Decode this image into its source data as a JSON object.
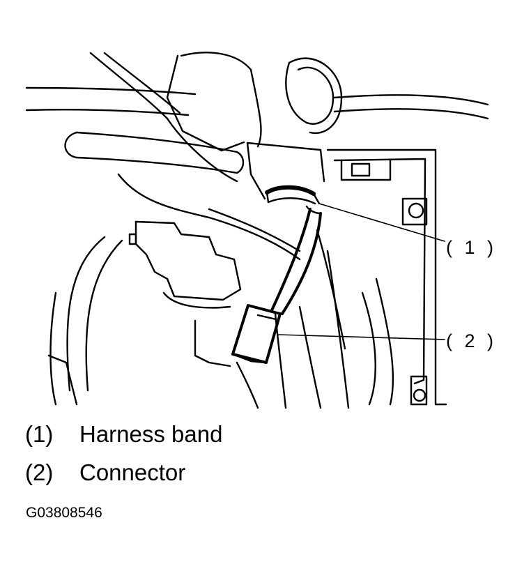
{
  "callouts": [
    {
      "number": "( 1 )"
    },
    {
      "number": "( 2 )"
    }
  ],
  "legend": [
    {
      "number": "(1)",
      "label": "Harness band"
    },
    {
      "number": "(2)",
      "label": "Connector"
    }
  ],
  "figure_code": "G03808546",
  "colors": {
    "line": "#000000",
    "background": "#ffffff"
  }
}
